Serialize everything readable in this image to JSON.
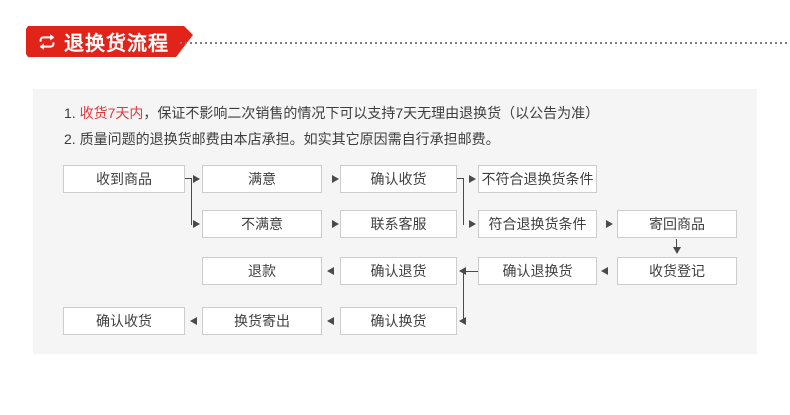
{
  "header": {
    "title": "退换货流程",
    "icon": "exchange-loop-icon"
  },
  "notes": {
    "line1": {
      "num": "1.",
      "highlight": "收货7天内",
      "rest": "，保证不影响二次销售的情况下可以支持7天无理由退换货（以公告为准）"
    },
    "line2": {
      "num": "2.",
      "text": "质量问题的退换货邮费由本店承担。如实其它原因需自行承担邮费。"
    }
  },
  "flow": {
    "boxes": [
      {
        "id": "receive-goods",
        "label": "收到商品"
      },
      {
        "id": "satisfied",
        "label": "满意"
      },
      {
        "id": "confirm-receipt",
        "label": "确认收货"
      },
      {
        "id": "not-eligible",
        "label": "不符合退换货条件"
      },
      {
        "id": "unsatisfied",
        "label": "不满意"
      },
      {
        "id": "contact-service",
        "label": "联系客服"
      },
      {
        "id": "eligible",
        "label": "符合退换货条件"
      },
      {
        "id": "ship-back",
        "label": "寄回商品"
      },
      {
        "id": "refund",
        "label": "退款"
      },
      {
        "id": "confirm-return",
        "label": "确认退货"
      },
      {
        "id": "confirm-return-exchange",
        "label": "确认退换货"
      },
      {
        "id": "receipt-register",
        "label": "收货登记"
      },
      {
        "id": "confirm-receipt-final",
        "label": "确认收货"
      },
      {
        "id": "exchange-shipped",
        "label": "换货寄出"
      },
      {
        "id": "confirm-exchange",
        "label": "确认换货"
      }
    ],
    "edges": [
      "收到商品→满意",
      "收到商品→不满意",
      "满意→确认收货",
      "确认收货→不符合退换货条件",
      "确认收货→符合退换货条件",
      "不满意→联系客服",
      "联系客服→符合退换货条件",
      "符合退换货条件→寄回商品",
      "寄回商品→收货登记",
      "收货登记→确认退换货",
      "确认退换货→确认退货",
      "确认退货→退款",
      "确认退换货→确认换货",
      "确认换货→换货寄出",
      "换货寄出→确认收货"
    ]
  },
  "colors": {
    "brand_red": "#e2231a",
    "highlight_red": "#e4393c",
    "panel_bg": "#f5f5f5",
    "box_bg": "#ffffff",
    "box_border": "#cccccc",
    "text": "#404040",
    "connector": "#4a4a4a",
    "dotted_divider": "#7d7d7d"
  }
}
